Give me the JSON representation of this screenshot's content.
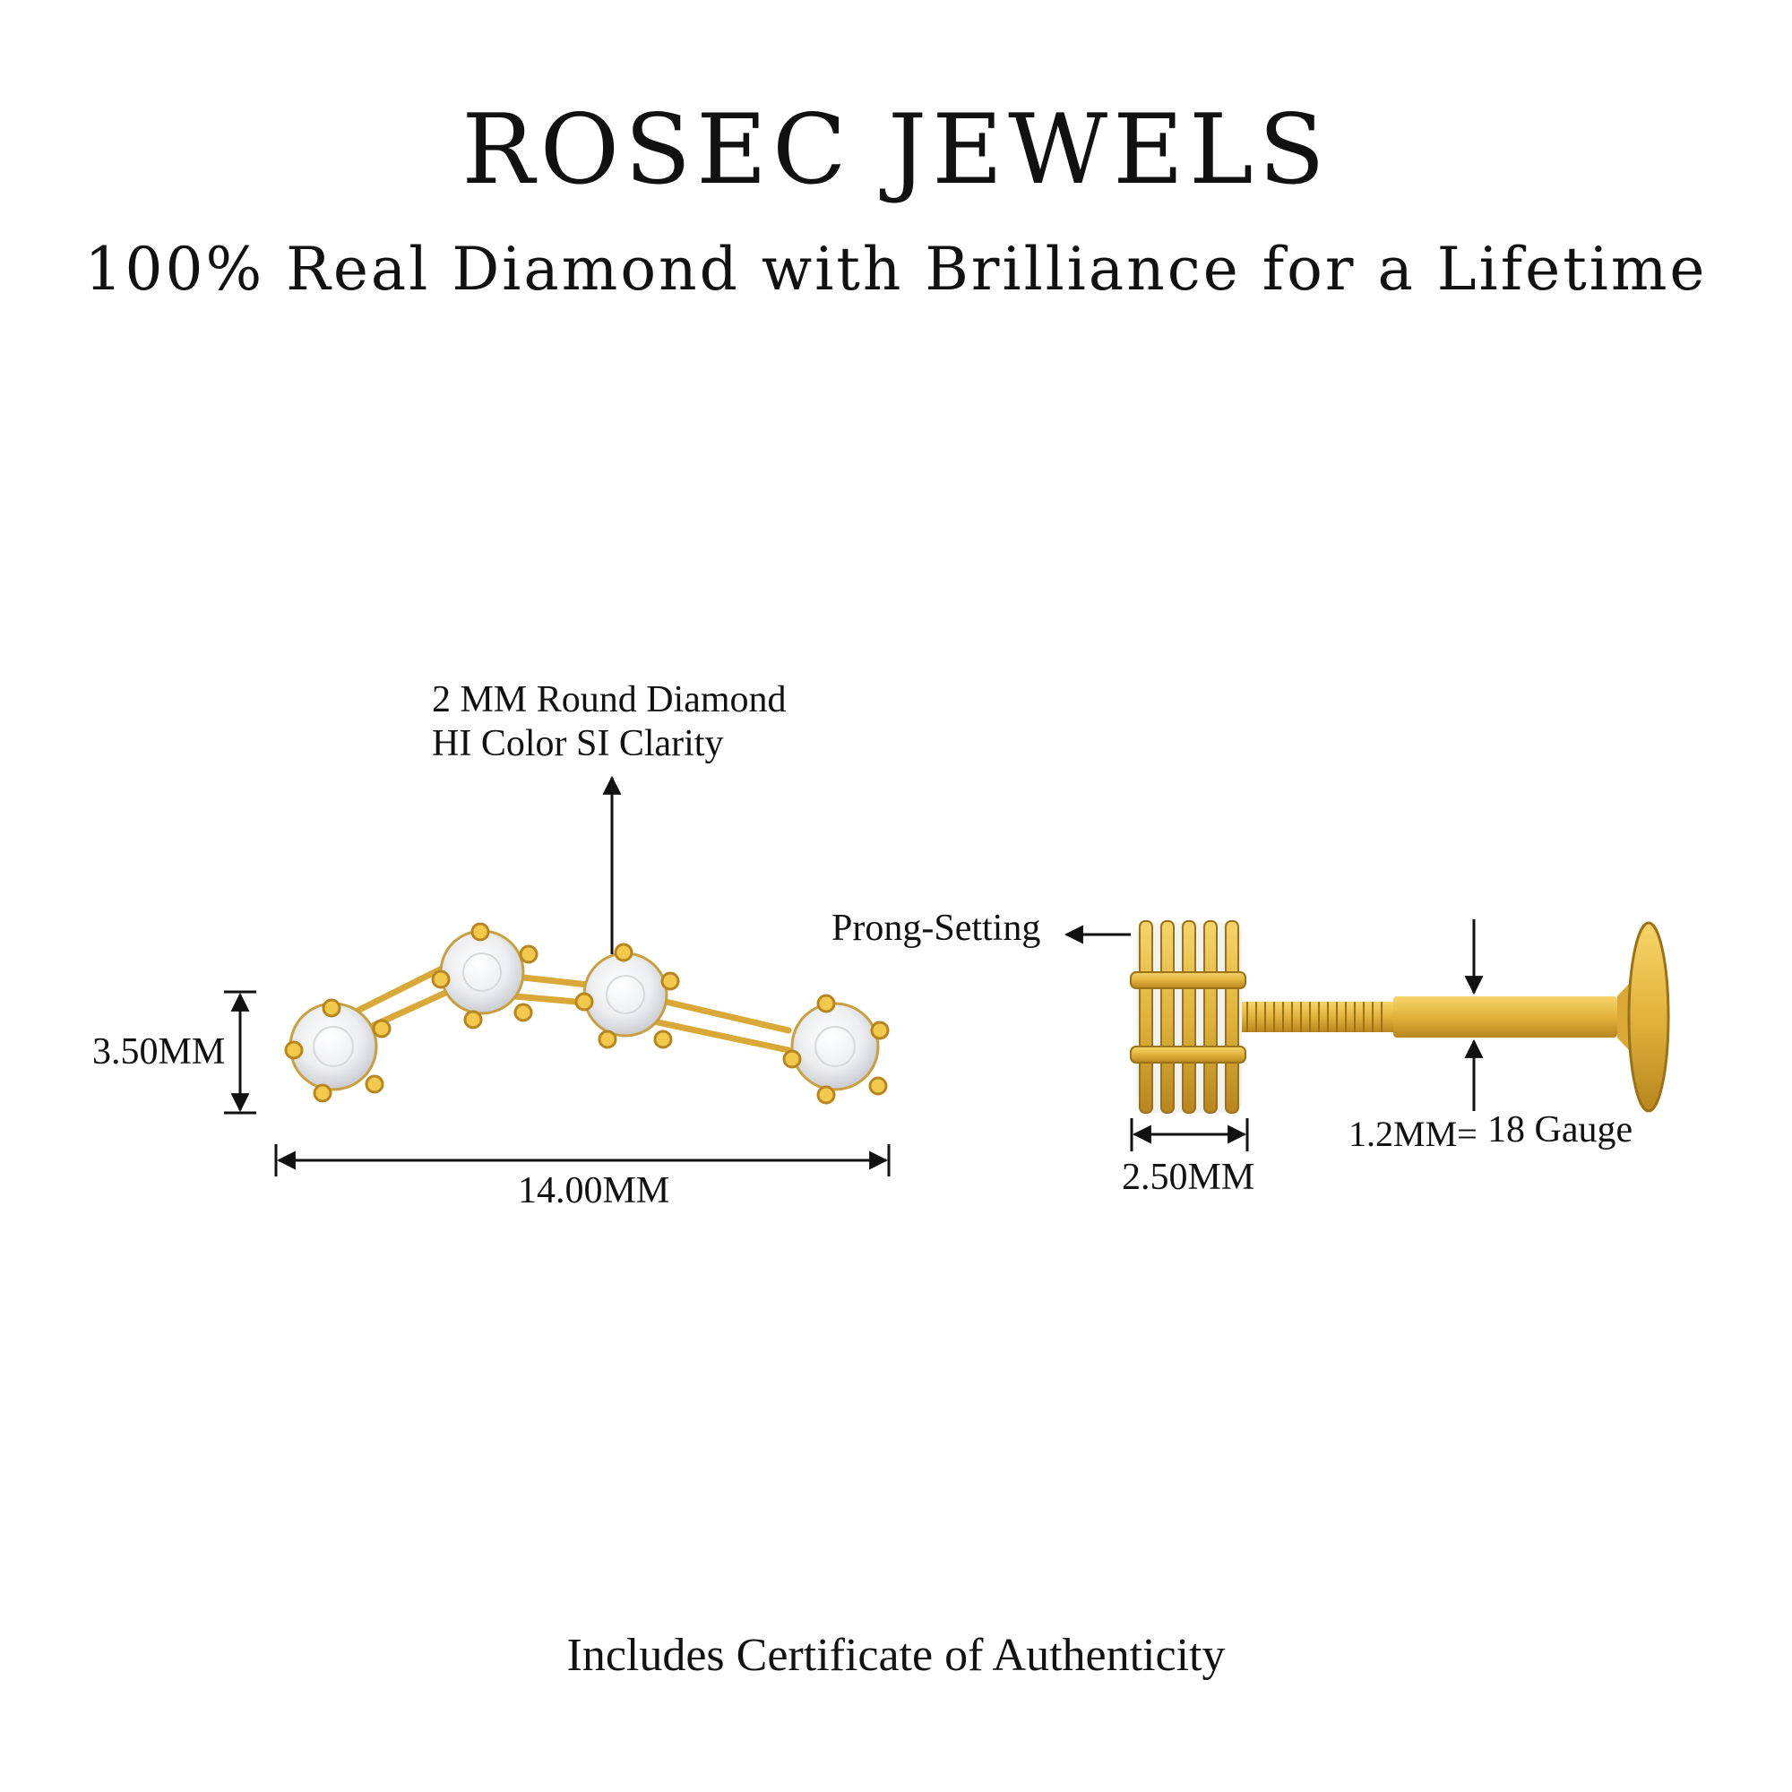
{
  "header": {
    "brand": "ROSEC JEWELS",
    "tagline": "100% Real Diamond with Brilliance for a Lifetime"
  },
  "front_view": {
    "stone_label_line1": "2 MM Round Diamond",
    "stone_label_line2": "HI Color SI Clarity",
    "height_label": "3.50MM",
    "width_label": "14.00MM"
  },
  "side_view": {
    "setting_label": "Prong-Setting",
    "head_width_label": "2.50MM",
    "gauge_label_left": "1.2MM=",
    "gauge_label_right": "18 Gauge"
  },
  "footer": {
    "text": "Includes Certificate of Authenticity"
  },
  "colors": {
    "gold": "#E2B33C",
    "gold_dark": "#B8861E",
    "diamond": "#F3F4F6",
    "text": "#111111"
  }
}
